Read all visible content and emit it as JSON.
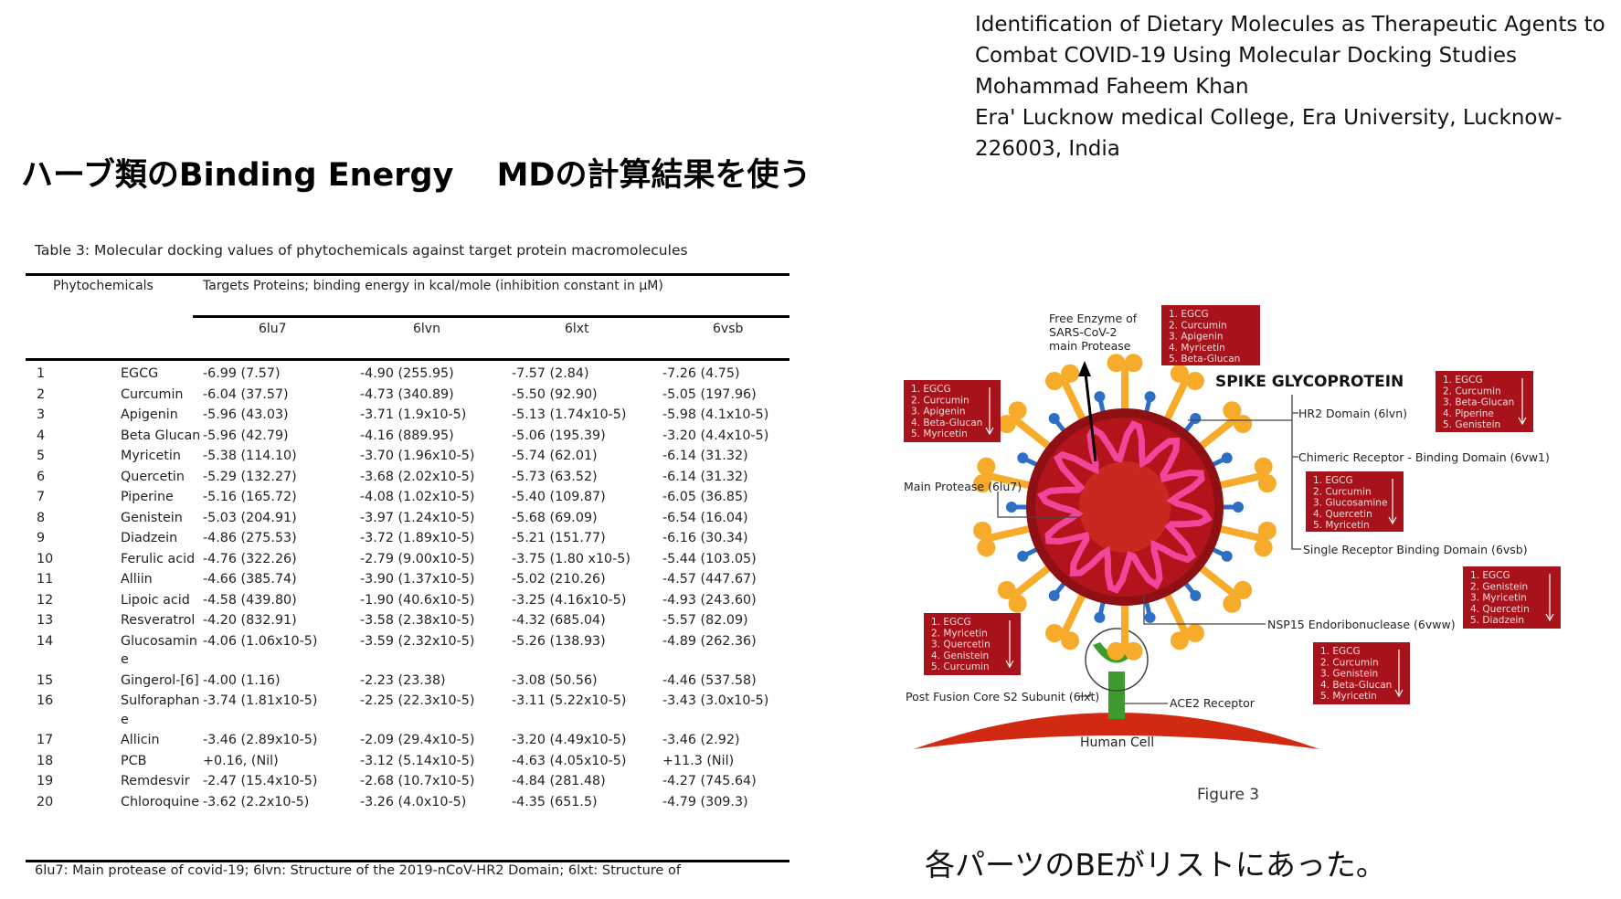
{
  "slide": {
    "title": "ハーブ類のBinding Energy　 MDの計算結果を使う",
    "reference": [
      "Identification of Dietary Molecules as Therapeutic Agents to",
      "Combat COVID-19 Using Molecular Docking Studies",
      "Mohammad Faheem Khan",
      "Era' Lucknow medical College, Era University, Lucknow-",
      "226003, India"
    ],
    "note": "各パーツのBEがリストにあった。"
  },
  "table": {
    "caption": "Table 3: Molecular docking values of phytochemicals against target protein macromolecules",
    "header_left": "Phytochemicals",
    "header_group": "Targets Proteins; binding energy in kcal/mole (inhibition constant in µM)",
    "columns": [
      "6lu7",
      "6lvn",
      "6lxt",
      "6vsb"
    ],
    "rows": [
      [
        "1",
        "EGCG",
        "-6.99 (7.57)",
        "-4.90 (255.95)",
        "-7.57 (2.84)",
        "-7.26 (4.75)"
      ],
      [
        "2",
        "Curcumin",
        "-6.04 (37.57)",
        "-4.73 (340.89)",
        "-5.50 (92.90)",
        "-5.05 (197.96)"
      ],
      [
        "3",
        "Apigenin",
        "-5.96 (43.03)",
        "-3.71 (1.9x10-5)",
        "-5.13 (1.74x10-5)",
        "-5.98 (4.1x10-5)"
      ],
      [
        "4",
        "Beta Glucan",
        "-5.96 (42.79)",
        "-4.16 (889.95)",
        "-5.06 (195.39)",
        "-3.20 (4.4x10-5)"
      ],
      [
        "5",
        "Myricetin",
        "-5.38 (114.10)",
        "-3.70 (1.96x10-5)",
        "-5.74 (62.01)",
        "-6.14 (31.32)"
      ],
      [
        "6",
        "Quercetin",
        "-5.29 (132.27)",
        "-3.68 (2.02x10-5)",
        "-5.73 (63.52)",
        "-6.14 (31.32)"
      ],
      [
        "7",
        "Piperine",
        "-5.16 (165.72)",
        "-4.08 (1.02x10-5)",
        "-5.40 (109.87)",
        "-6.05 (36.85)"
      ],
      [
        "8",
        "Genistein",
        "-5.03 (204.91)",
        "-3.97 (1.24x10-5)",
        "-5.68 (69.09)",
        "-6.54 (16.04)"
      ],
      [
        "9",
        "Diadzein",
        "-4.86 (275.53)",
        "-3.72 (1.89x10-5)",
        "-5.21 (151.77)",
        "-6.16 (30.34)"
      ],
      [
        "10",
        "Ferulic acid",
        "-4.76 (322.26)",
        "-2.79 (9.00x10-5)",
        "-3.75 (1.80 x10-5)",
        "-5.44 (103.05)"
      ],
      [
        "11",
        "Alliin",
        "-4.66 (385.74)",
        "-3.90 (1.37x10-5)",
        "-5.02 (210.26)",
        "-4.57 (447.67)"
      ],
      [
        "12",
        "Lipoic acid",
        "-4.58 (439.80)",
        "-1.90 (40.6x10-5)",
        "-3.25 (4.16x10-5)",
        "-4.93 (243.60)"
      ],
      [
        "13",
        "Resveratrol",
        "-4.20 (832.91)",
        "-3.58 (2.38x10-5)",
        "-4.32 (685.04)",
        "-5.57 (82.09)"
      ],
      [
        "14",
        "Glucosamine",
        "-4.06 (1.06x10-5)",
        "-3.59 (2.32x10-5)",
        "-5.26 (138.93)",
        "-4.89 (262.36)"
      ],
      [
        "15",
        "Gingerol-[6]",
        "-4.00 (1.16)",
        "-2.23 (23.38)",
        "-3.08 (50.56)",
        "-4.46 (537.58)"
      ],
      [
        "16",
        "Sulforaphane",
        "-3.74 (1.81x10-5)",
        "-2.25 (22.3x10-5)",
        "-3.11 (5.22x10-5)",
        "-3.43 (3.0x10-5)"
      ],
      [
        "17",
        "Allicin",
        "-3.46 (2.89x10-5)",
        "-2.09 (29.4x10-5)",
        "-3.20 (4.49x10-5)",
        "-3.46 (2.92)"
      ],
      [
        "18",
        "PCB",
        "+0.16, (Nil)",
        "-3.12 (5.14x10-5)",
        "-4.63 (4.05x10-5)",
        "+11.3 (Nil)"
      ],
      [
        "19",
        "Remdesvir",
        "-2.47 (15.4x10-5)",
        "-2.68 (10.7x10-5)",
        "-4.84 (281.48)",
        "-4.27 (745.64)"
      ],
      [
        "20",
        "Chloroquine",
        "-3.62 (2.2x10-5)",
        "-3.26 (4.0x10-5)",
        "-4.35 (651.5)",
        "-4.79 (309.3)"
      ]
    ],
    "footnote": "6lu7: Main protease of covid-19; 6lvn: Structure of the 2019-nCoV-HR2 Domain; 6lxt: Structure of"
  },
  "figure": {
    "caption": "Figure 3",
    "spike_title": "SPIKE GLYCOPROTEIN",
    "labels": {
      "free_enzyme": [
        "Free Enzyme of",
        "SARS-CoV-2",
        "main Protease"
      ],
      "main_protease": "Main Protease (6lu7)",
      "hr2": "HR2 Domain (6lvn)",
      "chimeric": "Chimeric Receptor - Binding Domain (6vw1)",
      "single": "Single Receptor Binding Domain (6vsb)",
      "nsp15": "NSP15 Endoribonuclease (6vww)",
      "post_fusion": "Post Fusion Core S2 Subunit (6lxt)",
      "ace2": "ACE2 Receptor",
      "human_cell": "Human Cell"
    },
    "boxes": [
      {
        "id": "free-enzyme",
        "items": [
          "1. EGCG",
          "2. Curcumin",
          "3. Apigenin",
          "4. Myricetin",
          "5. Beta-Glucan"
        ]
      },
      {
        "id": "main-protease",
        "items": [
          "1. EGCG",
          "2. Curcumin",
          "3. Apigenin",
          "4. Beta-Glucan",
          "5. Myricetin"
        ]
      },
      {
        "id": "hr2",
        "items": [
          "1. EGCG",
          "2. Curcumin",
          "3. Beta-Glucan",
          "4. Piperine",
          "5. Genistein"
        ]
      },
      {
        "id": "chimeric",
        "items": [
          "1. EGCG",
          "2. Curcumin",
          "3. Glucosamine",
          "4. Quercetin",
          "5. Myricetin"
        ]
      },
      {
        "id": "single-receptor",
        "items": [
          "1. EGCG",
          "2. Genistein",
          "3. Myricetin",
          "4. Quercetin",
          "5. Diadzein"
        ]
      },
      {
        "id": "post-fusion",
        "items": [
          "1. EGCG",
          "2. Myricetin",
          "3. Quercetin",
          "4. Genistein",
          "5. Curcumin"
        ]
      },
      {
        "id": "nsp15",
        "items": [
          "1. EGCG",
          "2. Curcumin",
          "3. Genistein",
          "4. Beta-Glucan",
          "5. Myricetin"
        ]
      }
    ],
    "colors": {
      "box": "#a8121a",
      "virus": "#b3141c",
      "rna": "#f0479a",
      "spike": "#f7ab2a",
      "small_spike": "#2d6fc4",
      "ace2": "#3c9b2c",
      "cell": "#d22a12"
    }
  }
}
